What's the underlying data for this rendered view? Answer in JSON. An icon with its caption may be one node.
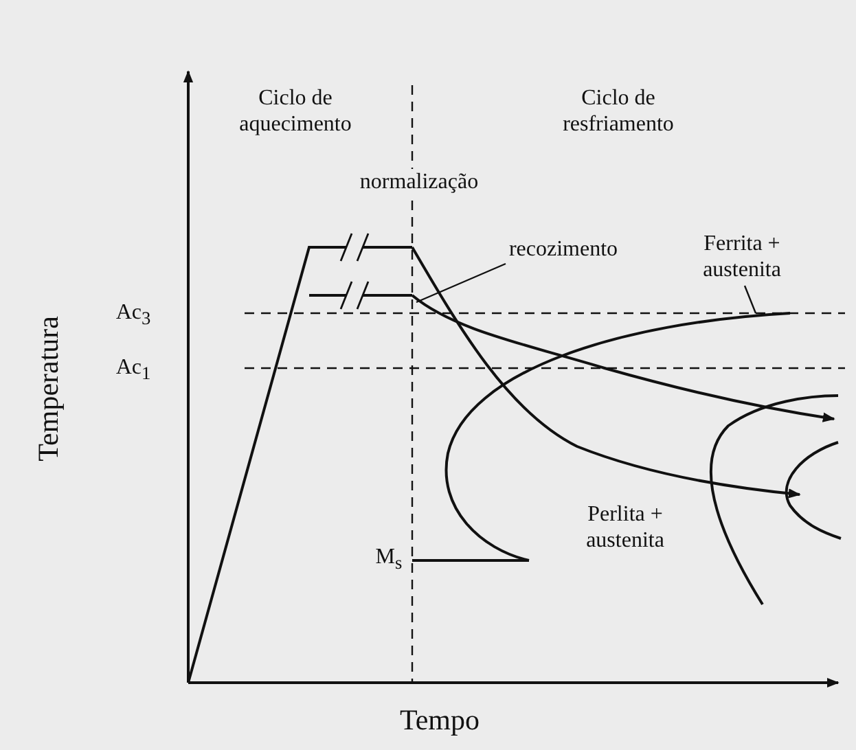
{
  "diagram": {
    "nodes": [
      {
        "text": [
          "recozimento"
        ]
      },
      {
        "text": [
          "Ferrita + austenita"
        ]
      }
    ],
    "edges": [
      {
        "from": 0,
        "to": null,
        "arrow": "none"
      },
      {
        "from": 1,
        "to": null,
        "arrow": "none"
      }
    ],
    "labels": [
      "Ciclo de aquecimento",
      "Ciclo de resfriamento",
      "normalização",
      "Ac$_{3}$",
      "Ac$_{1}$",
      "Perlita + austenita",
      "M$_{s}$",
      "Temperatura",
      "Tempo"
    ]
  }
}
